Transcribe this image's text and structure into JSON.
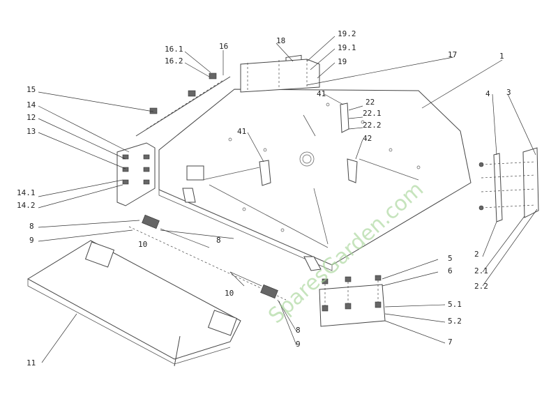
{
  "diagram": {
    "watermark": "SparesGarden.com",
    "callouts": [
      "1",
      "2",
      "2.1",
      "2.2",
      "3",
      "4",
      "5",
      "5.1",
      "5.2",
      "6",
      "7",
      "8",
      "8",
      "8",
      "9",
      "9",
      "10",
      "10",
      "11",
      "12",
      "13",
      "14",
      "14.1",
      "14.2",
      "15",
      "16",
      "16.1",
      "16.2",
      "17",
      "18",
      "19",
      "19.1",
      "19.2",
      "22",
      "22.1",
      "22.2",
      "41",
      "41",
      "42"
    ]
  }
}
